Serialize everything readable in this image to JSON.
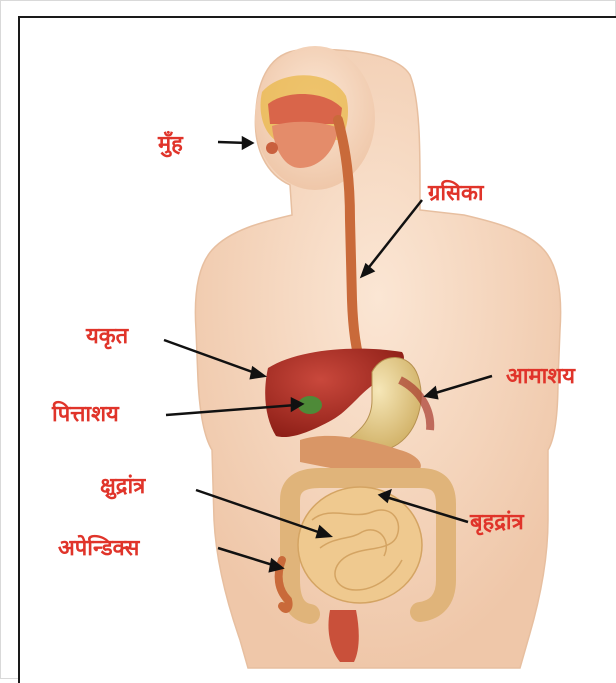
{
  "labels": {
    "mouth": "मुँह",
    "esophagus": "ग्रसिका",
    "liver": "यकृत",
    "stomach": "आमाशय",
    "gallbladder": "पित्ताशय",
    "small_intestine": "क्षुद्रांत्र",
    "large_intestine": "बृहद्रांत्र",
    "appendix": "अपेन्डिक्स"
  },
  "colors": {
    "label": "#e0342a",
    "skin": "#f5d7bf",
    "liver": "#a8281f",
    "stomach": "#e8d39a",
    "intestine": "#efc98f",
    "esophagus": "#c96a3a"
  }
}
